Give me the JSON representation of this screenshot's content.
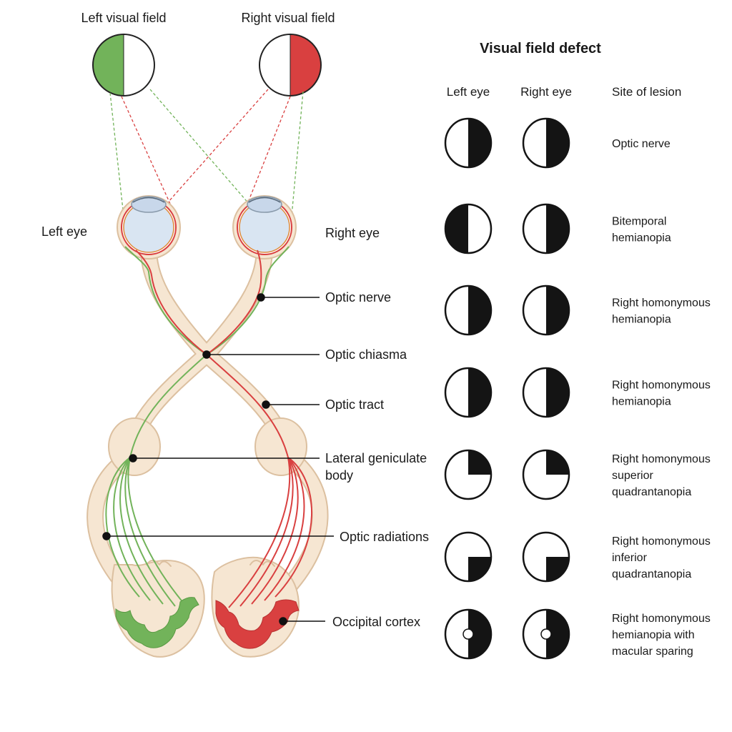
{
  "colors": {
    "left_field": "#72b35a",
    "right_field": "#d94040",
    "tissue_fill": "#f6e6d2",
    "tissue_edge": "#dcc0a0",
    "defect": "#141414"
  },
  "anatomy": {
    "left_visual_field": "Left visual field",
    "right_visual_field": "Right visual field",
    "left_eye": "Left eye",
    "right_eye": "Right eye",
    "labels": {
      "optic_nerve": "Optic nerve",
      "optic_chiasma": "Optic chiasma",
      "optic_tract": "Optic tract",
      "lgb_line1": "Lateral geniculate",
      "lgb_line2": "body",
      "optic_radiations": "Optic radiations",
      "occipital_cortex": "Occipital cortex"
    }
  },
  "defects": {
    "title": "Visual field defect",
    "headers": {
      "left": "Left eye",
      "right": "Right eye",
      "site": "Site of lesion"
    },
    "rows": [
      {
        "left": "right-half",
        "right": "right-half",
        "site": [
          "Optic nerve"
        ]
      },
      {
        "left": "left-half",
        "right": "right-half",
        "site": [
          "Bitemporal",
          "hemianopia"
        ]
      },
      {
        "left": "right-half",
        "right": "right-half",
        "site": [
          "Right homonymous",
          "hemianopia"
        ]
      },
      {
        "left": "right-half",
        "right": "right-half",
        "site": [
          "Right homonymous",
          "hemianopia"
        ]
      },
      {
        "left": "upper-right-quadrant",
        "right": "upper-right-quadrant",
        "site": [
          "Right homonymous",
          "superior",
          "quadrantanopia"
        ]
      },
      {
        "left": "lower-right-quadrant",
        "right": "lower-right-quadrant",
        "site": [
          "Right homonymous",
          "inferior",
          "quadrantanopia"
        ]
      },
      {
        "left": "right-half-macular-sparing",
        "right": "right-half-macular-sparing",
        "site": [
          "Right homonymous",
          "hemianopia with",
          "macular sparing"
        ]
      }
    ]
  }
}
